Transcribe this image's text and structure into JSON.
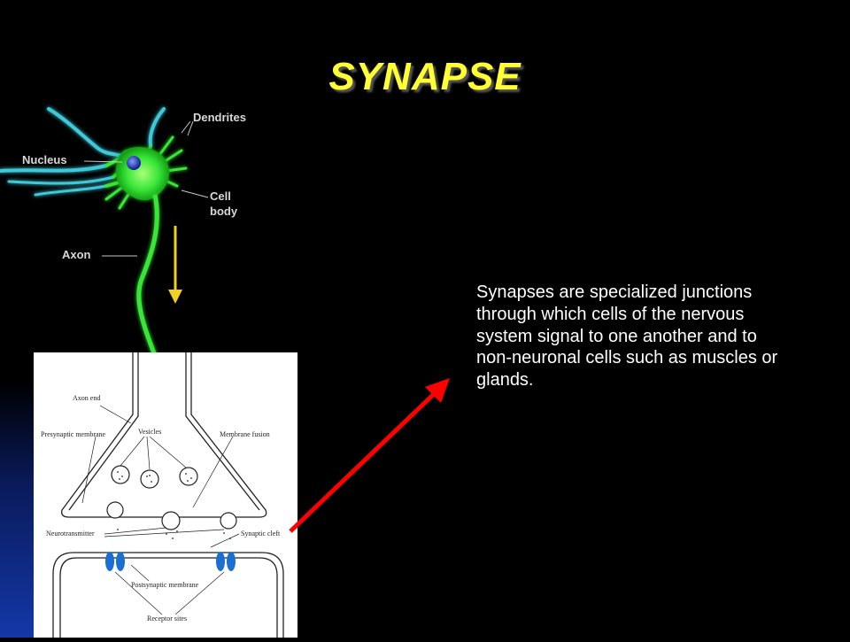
{
  "slide": {
    "title": "SYNAPSE",
    "body_text": "Synapses are specialized junctions through which cells of the nervous system signal to one another and to non-neuronal cells such as muscles or glands."
  },
  "neuron_diagram": {
    "labels": {
      "dendrites": "Dendrites",
      "nucleus": "Nucleus",
      "cell_body_line1": "Cell",
      "cell_body_line2": "body",
      "axon": "Axon"
    },
    "colors": {
      "cell": "#39e639",
      "dendrite_tips": "#3fc8d8",
      "nucleus": "#2433c8",
      "arrow": "#f0d020"
    }
  },
  "synapse_diagram": {
    "labels": {
      "axon_end": "Axon end",
      "presynaptic_membrane": "Presynaptic membrane",
      "vesicles": "Vesicles",
      "membrane_fusion": "Membrane fusion",
      "neurotransmitter": "Neurotransmitter",
      "synaptic_cleft": "Synaptic cleft",
      "postsynaptic_membrane": "Postsynaptic membrane",
      "receptor_sites": "Receptor sites"
    }
  },
  "colors": {
    "title": "#ffff33",
    "pointer_arrow": "#ff0000",
    "background": "#000000"
  }
}
